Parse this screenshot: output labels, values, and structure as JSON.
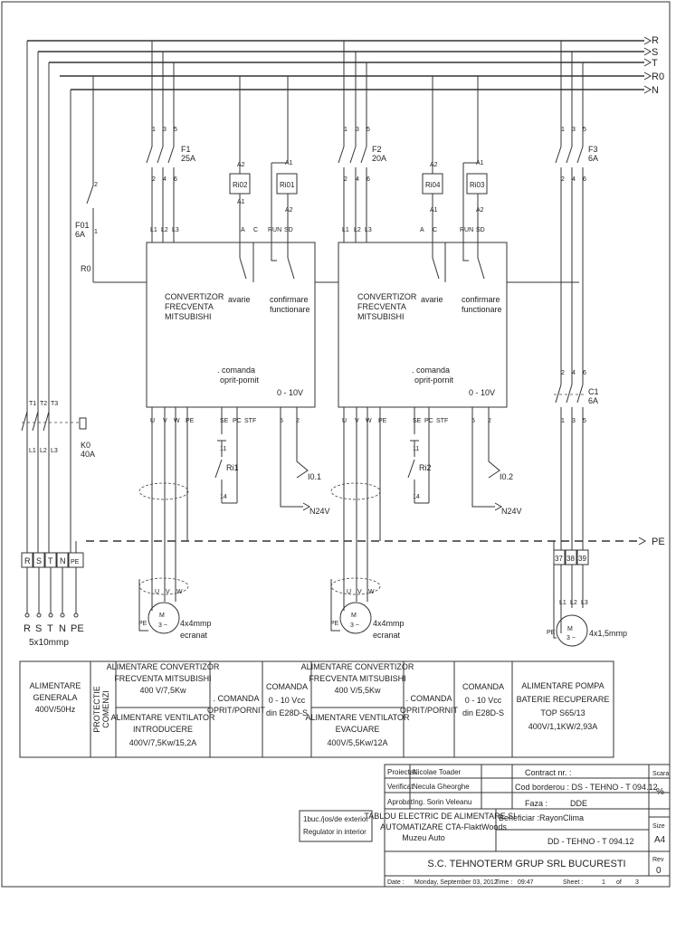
{
  "bus": {
    "lines": [
      "R",
      "S",
      "T",
      "R0",
      "N"
    ],
    "pe": "PE"
  },
  "breakers": {
    "f1": {
      "name": "F1",
      "rating": "25A"
    },
    "f2": {
      "name": "F2",
      "rating": "20A"
    },
    "f3": {
      "name": "F3",
      "rating": "6A"
    },
    "f01": {
      "name": "F01",
      "rating": "6A",
      "out": "R0"
    }
  },
  "relays": {
    "ri02": "Ri02",
    "ri01": "Ri01",
    "ri04": "Ri04",
    "ri03": "Ri03",
    "ri1": "Ri1",
    "ri2": "Ri2"
  },
  "contactors": {
    "k0": {
      "name": "K0",
      "rating": "40A"
    },
    "c1": {
      "name": "C1",
      "rating": "6A"
    }
  },
  "terminals": {
    "pins_1_6": [
      "1",
      "2",
      "3",
      "4",
      "5",
      "6"
    ],
    "t_pins": [
      "T1",
      "T2",
      "T3"
    ],
    "l_pins": [
      "L1",
      "L2",
      "L3"
    ],
    "a1": "A1",
    "a2": "A2",
    "a": "A",
    "c": "C",
    "run": "RUN",
    "sd": "SD",
    "u": "U",
    "v": "V",
    "w": "W",
    "pe": "PE",
    "se": "SE",
    "pc": "PC",
    "stf": "STF",
    "n5": "5",
    "n2": "2",
    "n11": "11",
    "n14": "14",
    "i01": "I0.1",
    "i02": "I0.2",
    "n24v": "N24V",
    "strip": [
      "R",
      "S",
      "T",
      "N",
      "PE"
    ],
    "strip_pump": [
      "37",
      "38",
      "39"
    ],
    "feed": [
      "R",
      "S",
      "T",
      "N",
      "PE"
    ],
    "feed_size": "5x10mmp"
  },
  "converter": {
    "line1": "CONVERTIZOR",
    "line2": "FRECVENTA",
    "line3": "MITSUBISHI",
    "avarie": "avarie",
    "confirm1": "confirmare",
    "confirm2": "functionare",
    "cmd1": ". comanda",
    "cmd2": "oprit-pornit",
    "range": "0 - 10V"
  },
  "motors": {
    "m1_cable1": "4x4mmp",
    "m1_cable2": "ecranat",
    "m2_cable1": "4x4mmp",
    "m2_cable2": "ecranat",
    "m3_cable": "4x1,5mmp",
    "symbol": "M",
    "phase": "3 ~"
  },
  "legend": {
    "c1": [
      "ALIMENTARE",
      "GENERALA",
      "400V/50Hz"
    ],
    "c2": [
      "PROTECTIE",
      "COMENZI"
    ],
    "c3a": [
      "ALIMENTARE CONVERTIZOR",
      "FRECVENTA MITSUBISHI",
      "400 V/7,5Kw"
    ],
    "c3b": [
      "ALIMENTARE VENTILATOR",
      "INTRODUCERE",
      "400V/7,5Kw/15,2A"
    ],
    "c4": [
      ". COMANDA",
      "OPRIT/PORNIT"
    ],
    "c5": [
      "COMANDA",
      "0 - 10 Vcc",
      "din E28D-S"
    ],
    "c6a": [
      "ALIMENTARE CONVERTIZOR",
      "FRECVENTA MITSUBISHI",
      "400 V/5,5Kw"
    ],
    "c6b": [
      "ALIMENTARE VENTILATOR",
      "EVACUARE",
      "400V/5,5Kw/12A"
    ],
    "c7": [
      ". COMANDA",
      "OPRIT/PORNIT"
    ],
    "c8": [
      "COMANDA",
      "0 - 10 Vcc",
      "din E28D-S"
    ],
    "c9": [
      "ALIMENTARE POMPA",
      "BATERIE RECUPERARE",
      "TOP S65/13",
      "400V/1,1KW/2,93A"
    ]
  },
  "note": [
    "1buc./jos/de exterior",
    "Regulator in interior"
  ],
  "title_block": {
    "proiectat_label": "Proiectat",
    "proiectat": "Nicolae Toader",
    "verificat_label": "Verificat",
    "verificat": "Necula Gheorghe",
    "aprobat_label": "Aprobat",
    "aprobat": "Ing. Sorin Veleanu",
    "contract": "Contract nr. :",
    "cod": "Cod borderou :  DS - TEHNO - T 094.12",
    "faza": "Faza :",
    "faza_val": "DDE",
    "title1": "TABLOU ELECTRIC DE ALIMENTARE SI",
    "title2": "AUTOMATIZARE CTA-FlaktWoods",
    "title3": "Muzeu Auto",
    "beneficiar": "Beneficiar :RayonClima",
    "drawing": "DD - TEHNO - T 094.12",
    "company": "S.C.  TEHNOTERM   GRUP    SRL    BUCURESTI",
    "scara_label": "Scara",
    "scara": "%",
    "size_label": "Size",
    "size": "A4",
    "rev_label": "Rev",
    "rev": "0",
    "date_label": "Date :",
    "date": "Monday, September 03, 2012",
    "time_label": "Time :",
    "time": "09:47",
    "sheet_label": "Sheet :",
    "sheet": "1",
    "of": "of",
    "sheets": "3"
  }
}
